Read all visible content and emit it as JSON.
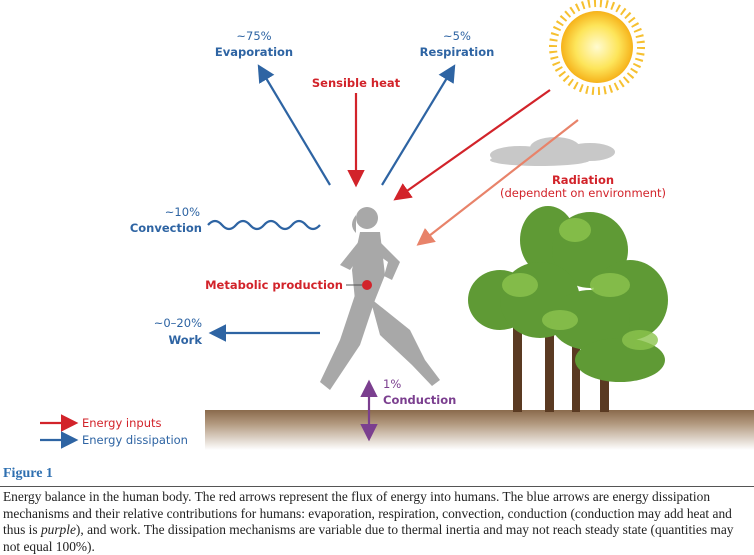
{
  "colors": {
    "input": "#d2232a",
    "dissipation": "#2e64a3",
    "conduction": "#7b3f8f",
    "indirect": "#e8836a"
  },
  "labels": {
    "evaporation_pct": "~75%",
    "evaporation": "Evaporation",
    "respiration_pct": "~5%",
    "respiration": "Respiration",
    "sensible_heat": "Sensible heat",
    "radiation": "Radiation",
    "radiation_note": "(dependent on environment)",
    "convection_pct": "~10%",
    "convection": "Convection",
    "metabolic": "Metabolic production",
    "work_pct": "~0–20%",
    "work": "Work",
    "conduction_pct": "1%",
    "conduction": "Conduction"
  },
  "legend": {
    "inputs": "Energy inputs",
    "dissipation": "Energy dissipation"
  },
  "figure": {
    "title": "Figure 1",
    "caption_a": "Energy balance in the human body. The red arrows represent the flux of energy into humans. The blue arrows are energy dissipation mechanisms and their relative contributions for humans: evaporation, respiration, convection, conduction (conduction may add heat and thus is ",
    "caption_em": "purple",
    "caption_b": "), and work. The dissipation mechanisms are variable due to thermal inertia and may not reach steady state (quantities may not equal 100%)."
  }
}
